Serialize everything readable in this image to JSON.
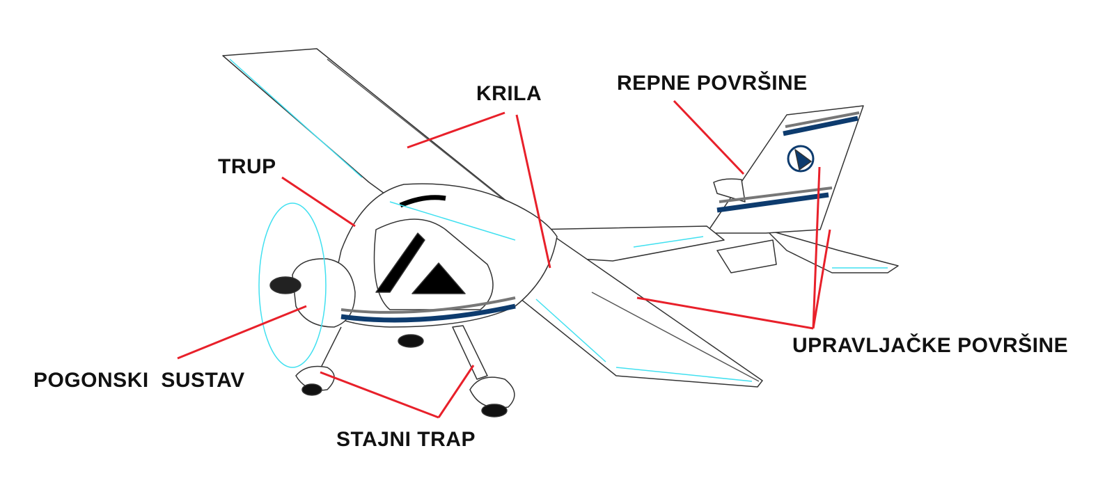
{
  "labels": {
    "wings": "KRILA",
    "tail_surfaces": "REPNE POVRŠINE",
    "fuselage": "TRUP",
    "powerplant": "POGONSKI  SUSTAV",
    "landing_gear": "STAJNI TRAP",
    "control_surfaces": "UPRAVLJAČKE POVRŠINE"
  },
  "colors": {
    "leader": "#e8202a",
    "outline": "#333333",
    "highlight": "#40e0f0",
    "stripe": "#0d3b6e"
  }
}
